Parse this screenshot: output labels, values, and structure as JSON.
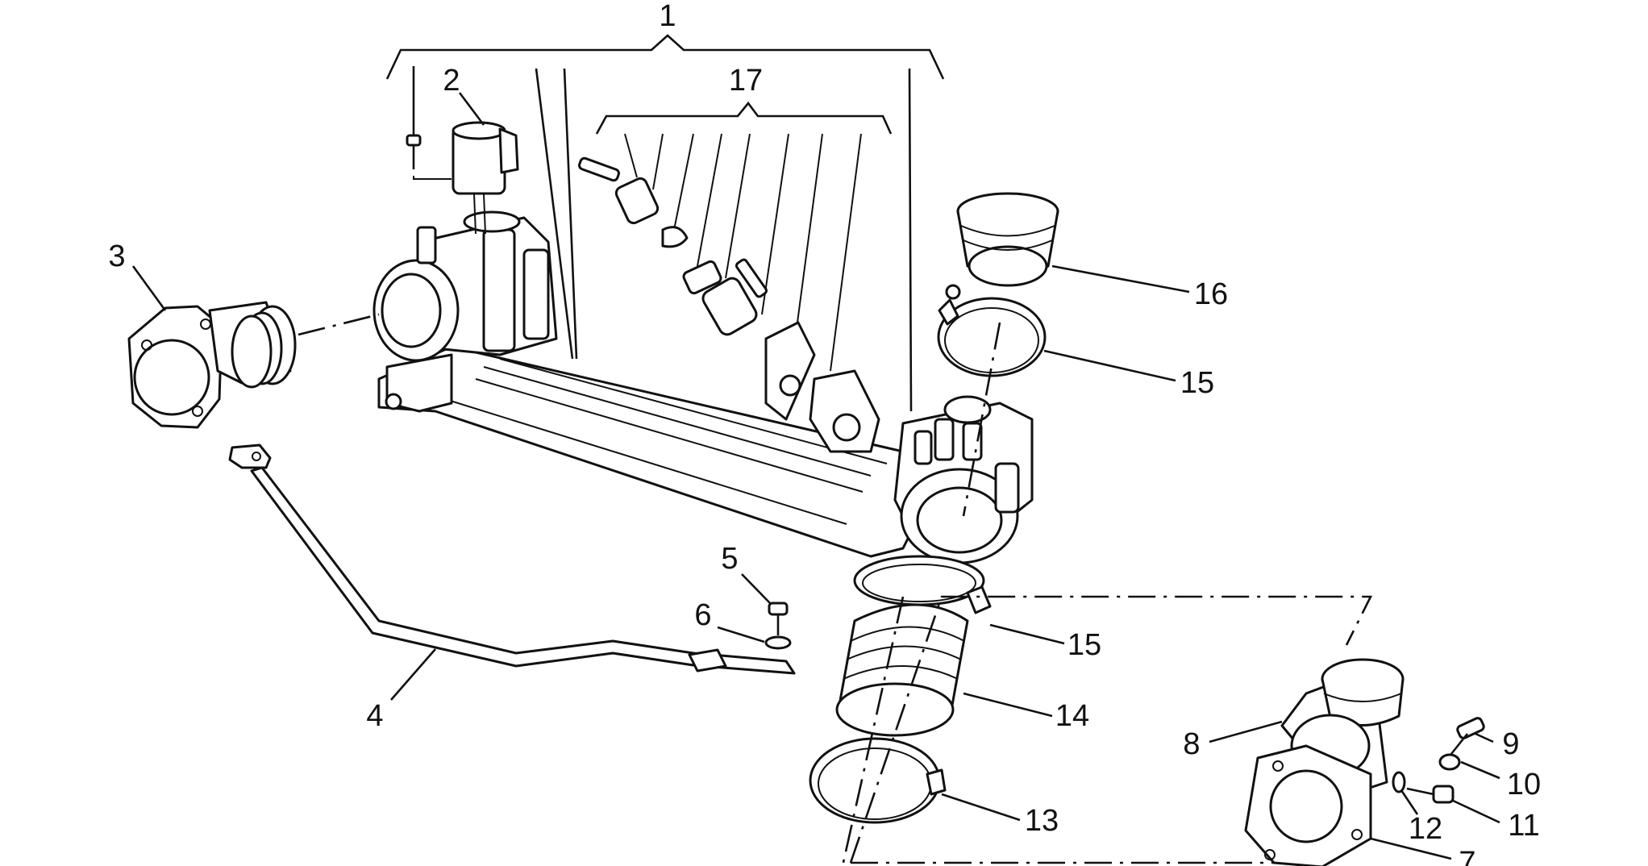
{
  "callouts": [
    "1",
    "2",
    "3",
    "4",
    "5",
    "6",
    "7",
    "8",
    "9",
    "10",
    "11",
    "12",
    "13",
    "14",
    "15",
    "15",
    "16",
    "17"
  ],
  "figure": {
    "type": "exploded-parts-diagram",
    "line_color": "#111111",
    "background": "#ffffff"
  }
}
